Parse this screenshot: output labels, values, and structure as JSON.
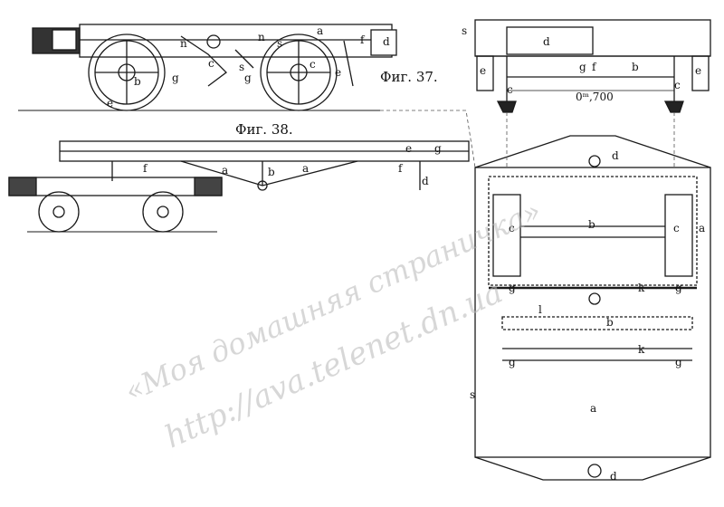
{
  "captions": {
    "fig37": "Фиг. 37.",
    "fig38": "Фиг. 38."
  },
  "dimension": "0ᵐ,700",
  "watermark": {
    "line1": "«Моя домашняя страничка»",
    "line2": "http://ava.telenet.dn.ua"
  },
  "labels": {
    "fig37": [
      "a",
      "d",
      "f",
      "n",
      "n",
      "s",
      "c",
      "g",
      "g",
      "s",
      "c",
      "e",
      "e",
      "b"
    ],
    "fig38": [
      "a",
      "a",
      "b",
      "e",
      "f",
      "f",
      "g",
      "d"
    ],
    "end_view": [
      "s",
      "d",
      "e",
      "e",
      "c",
      "c",
      "f",
      "b",
      "g"
    ],
    "plan": [
      "d",
      "c",
      "b",
      "c",
      "a",
      "g",
      "g",
      "k",
      "l",
      "b",
      "k",
      "g",
      "g",
      "a",
      "s",
      "d"
    ]
  },
  "colors": {
    "ink": "#1a1a1a",
    "watermark": "#b8b8b8"
  }
}
